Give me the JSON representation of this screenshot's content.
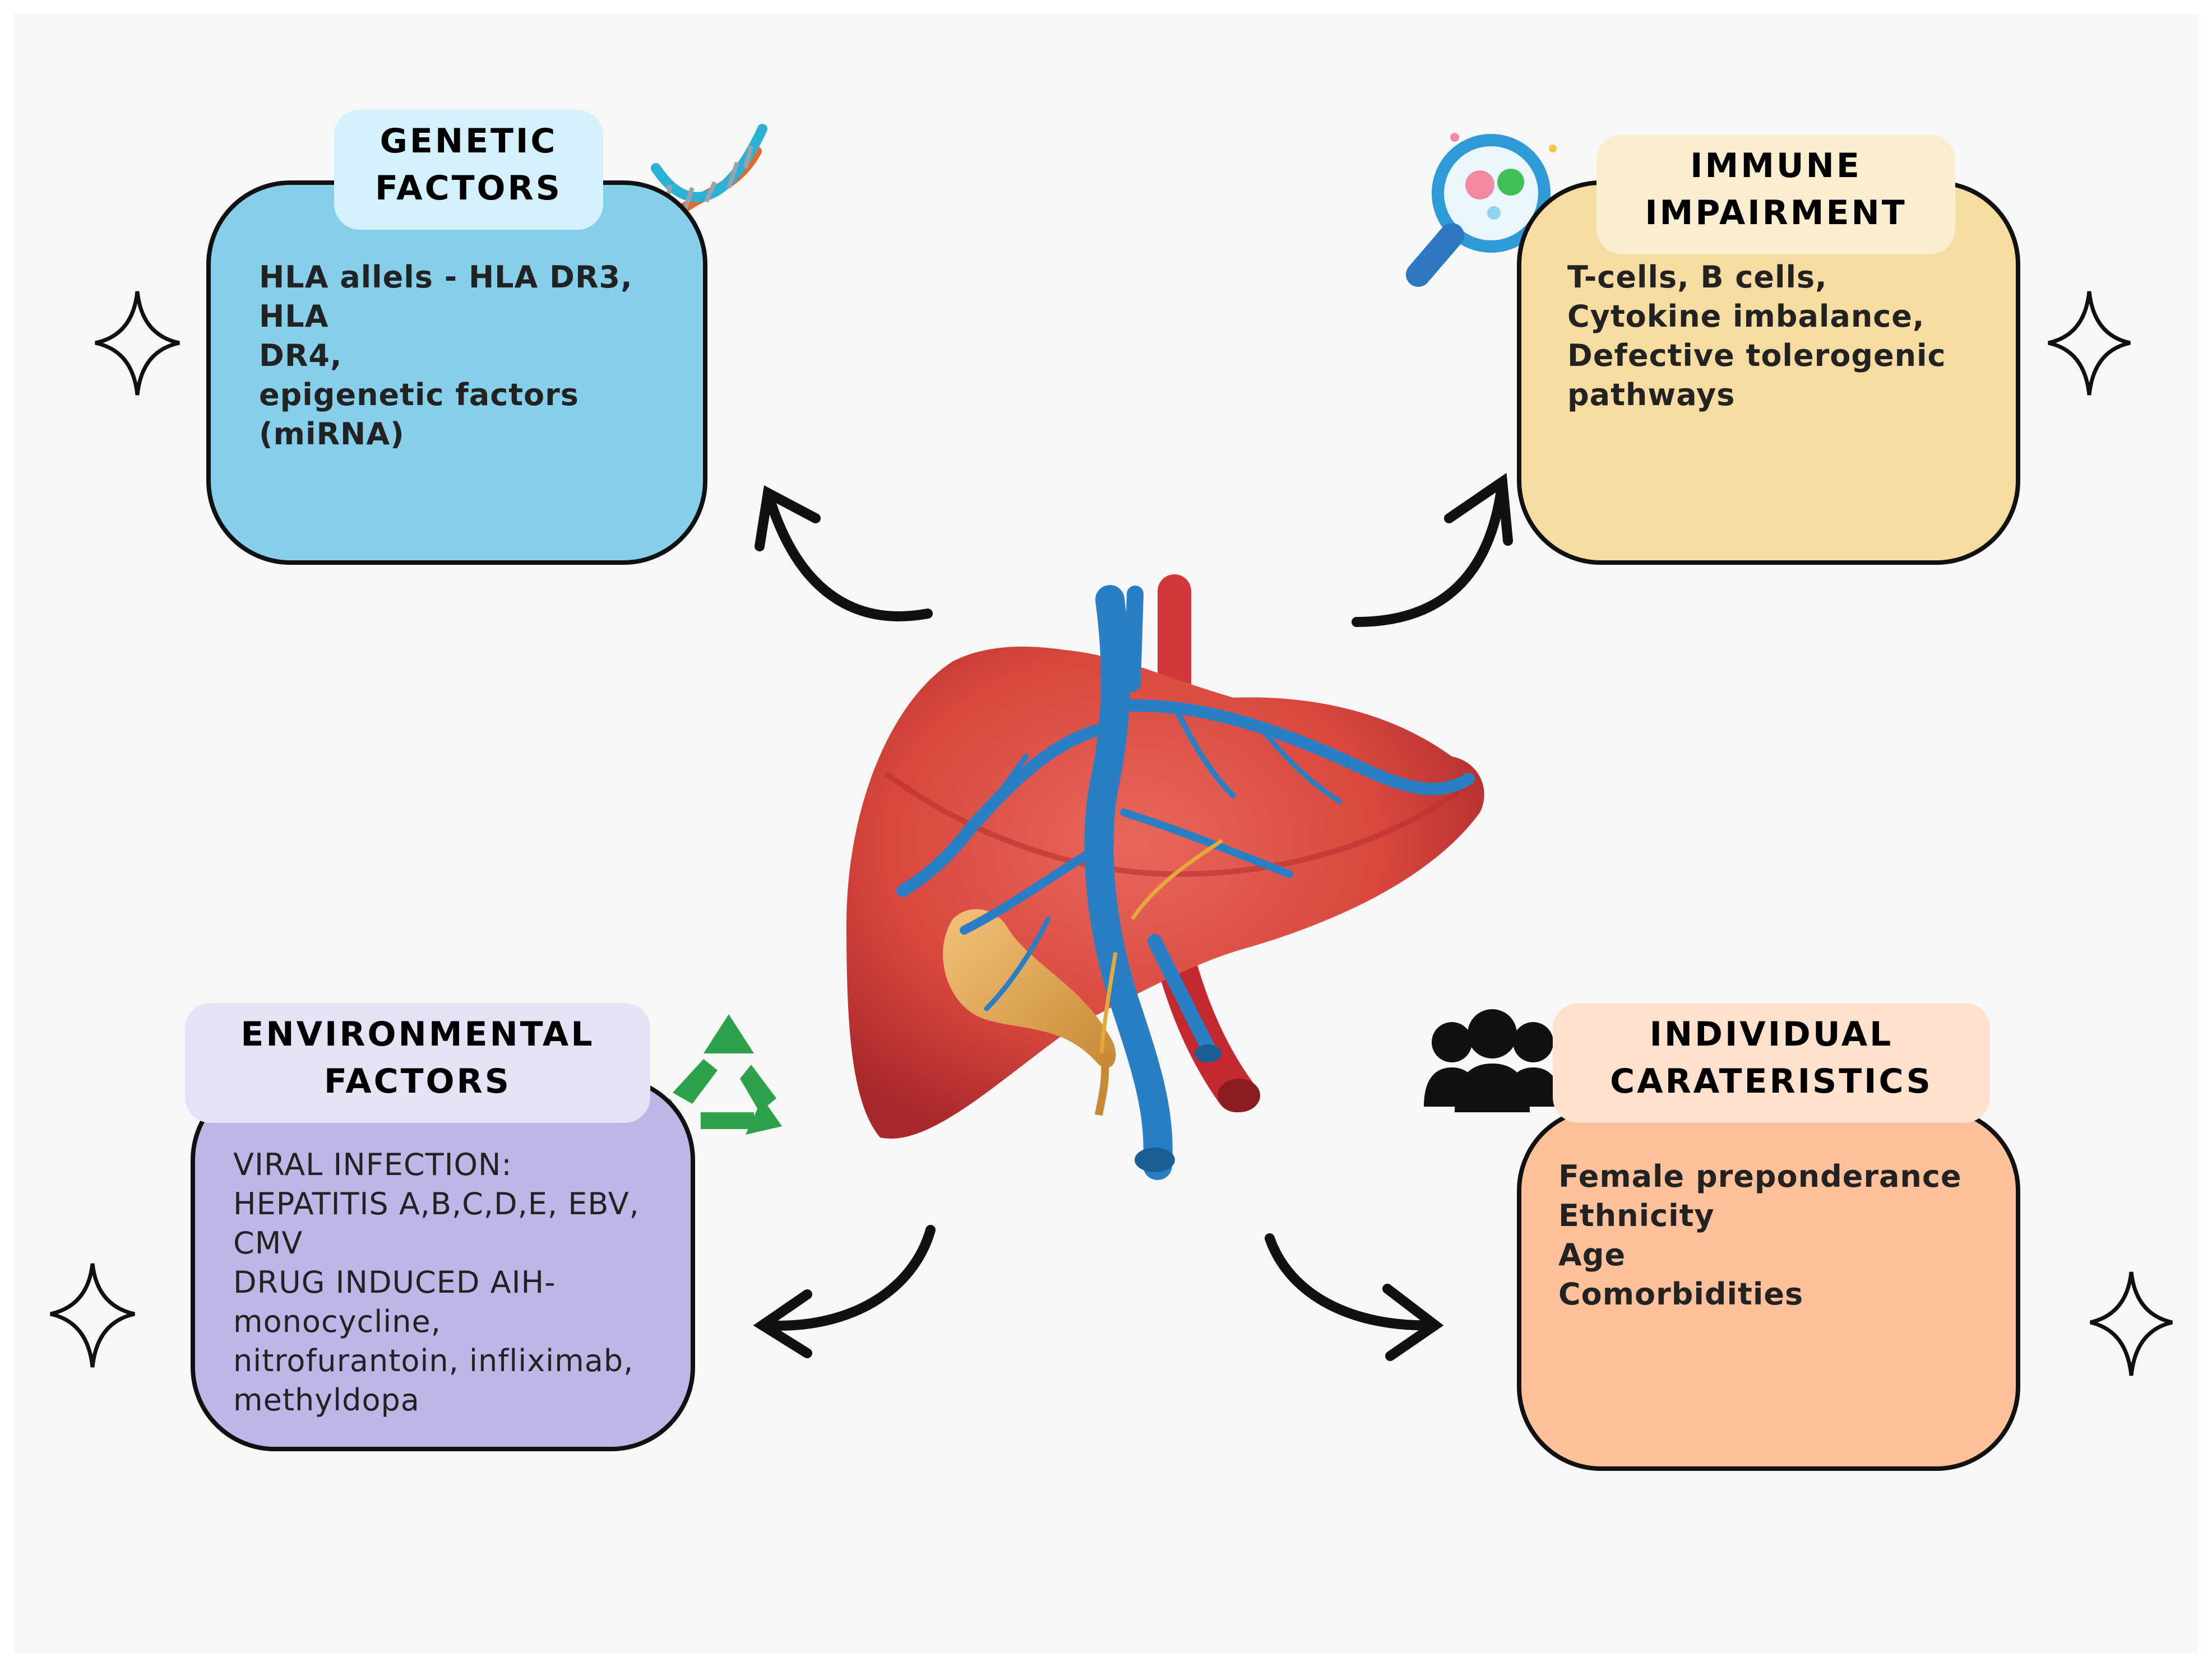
{
  "nodes": {
    "genetic": {
      "title": [
        "GENETIC",
        "FACTORS"
      ],
      "body": [
        "HLA allels - HLA DR3, HLA",
        "DR4,",
        "epigenetic factors",
        "(miRNA)"
      ],
      "icon": "dna-icon",
      "fill": "#86cfea"
    },
    "immune": {
      "title": [
        "IMMUNE",
        "IMPAIRMENT"
      ],
      "body": [
        "T-cells, B cells,",
        "Cytokine imbalance,",
        "Defective tolerogenic",
        "pathways"
      ],
      "icon": "magnifier-bacteria-icon",
      "fill": "#f6dca0"
    },
    "environmental": {
      "title": [
        "ENVIRONMENTAL",
        "FACTORS"
      ],
      "body": [
        "VIRAL INFECTION:",
        "HEPATITIS A,B,C,D,E, EBV,",
        "CMV",
        "DRUG INDUCED AIH-",
        "monocycline,",
        "nitrofurantoin, infliximab,",
        "methyldopa"
      ],
      "icon": "recycle-icon",
      "fill": "#bfb6e8"
    },
    "individual": {
      "title": [
        "INDIVIDUAL",
        "CARATERISTICS"
      ],
      "body": [
        "Female preponderance",
        "Ethnicity",
        "Age",
        "Comorbidities"
      ],
      "icon": "people-group-icon",
      "fill": "#fcc19a"
    }
  },
  "center_icon": "liver-icon",
  "decorations": [
    "sparkle-icon",
    "sparkle-icon",
    "sparkle-icon",
    "sparkle-icon"
  ]
}
